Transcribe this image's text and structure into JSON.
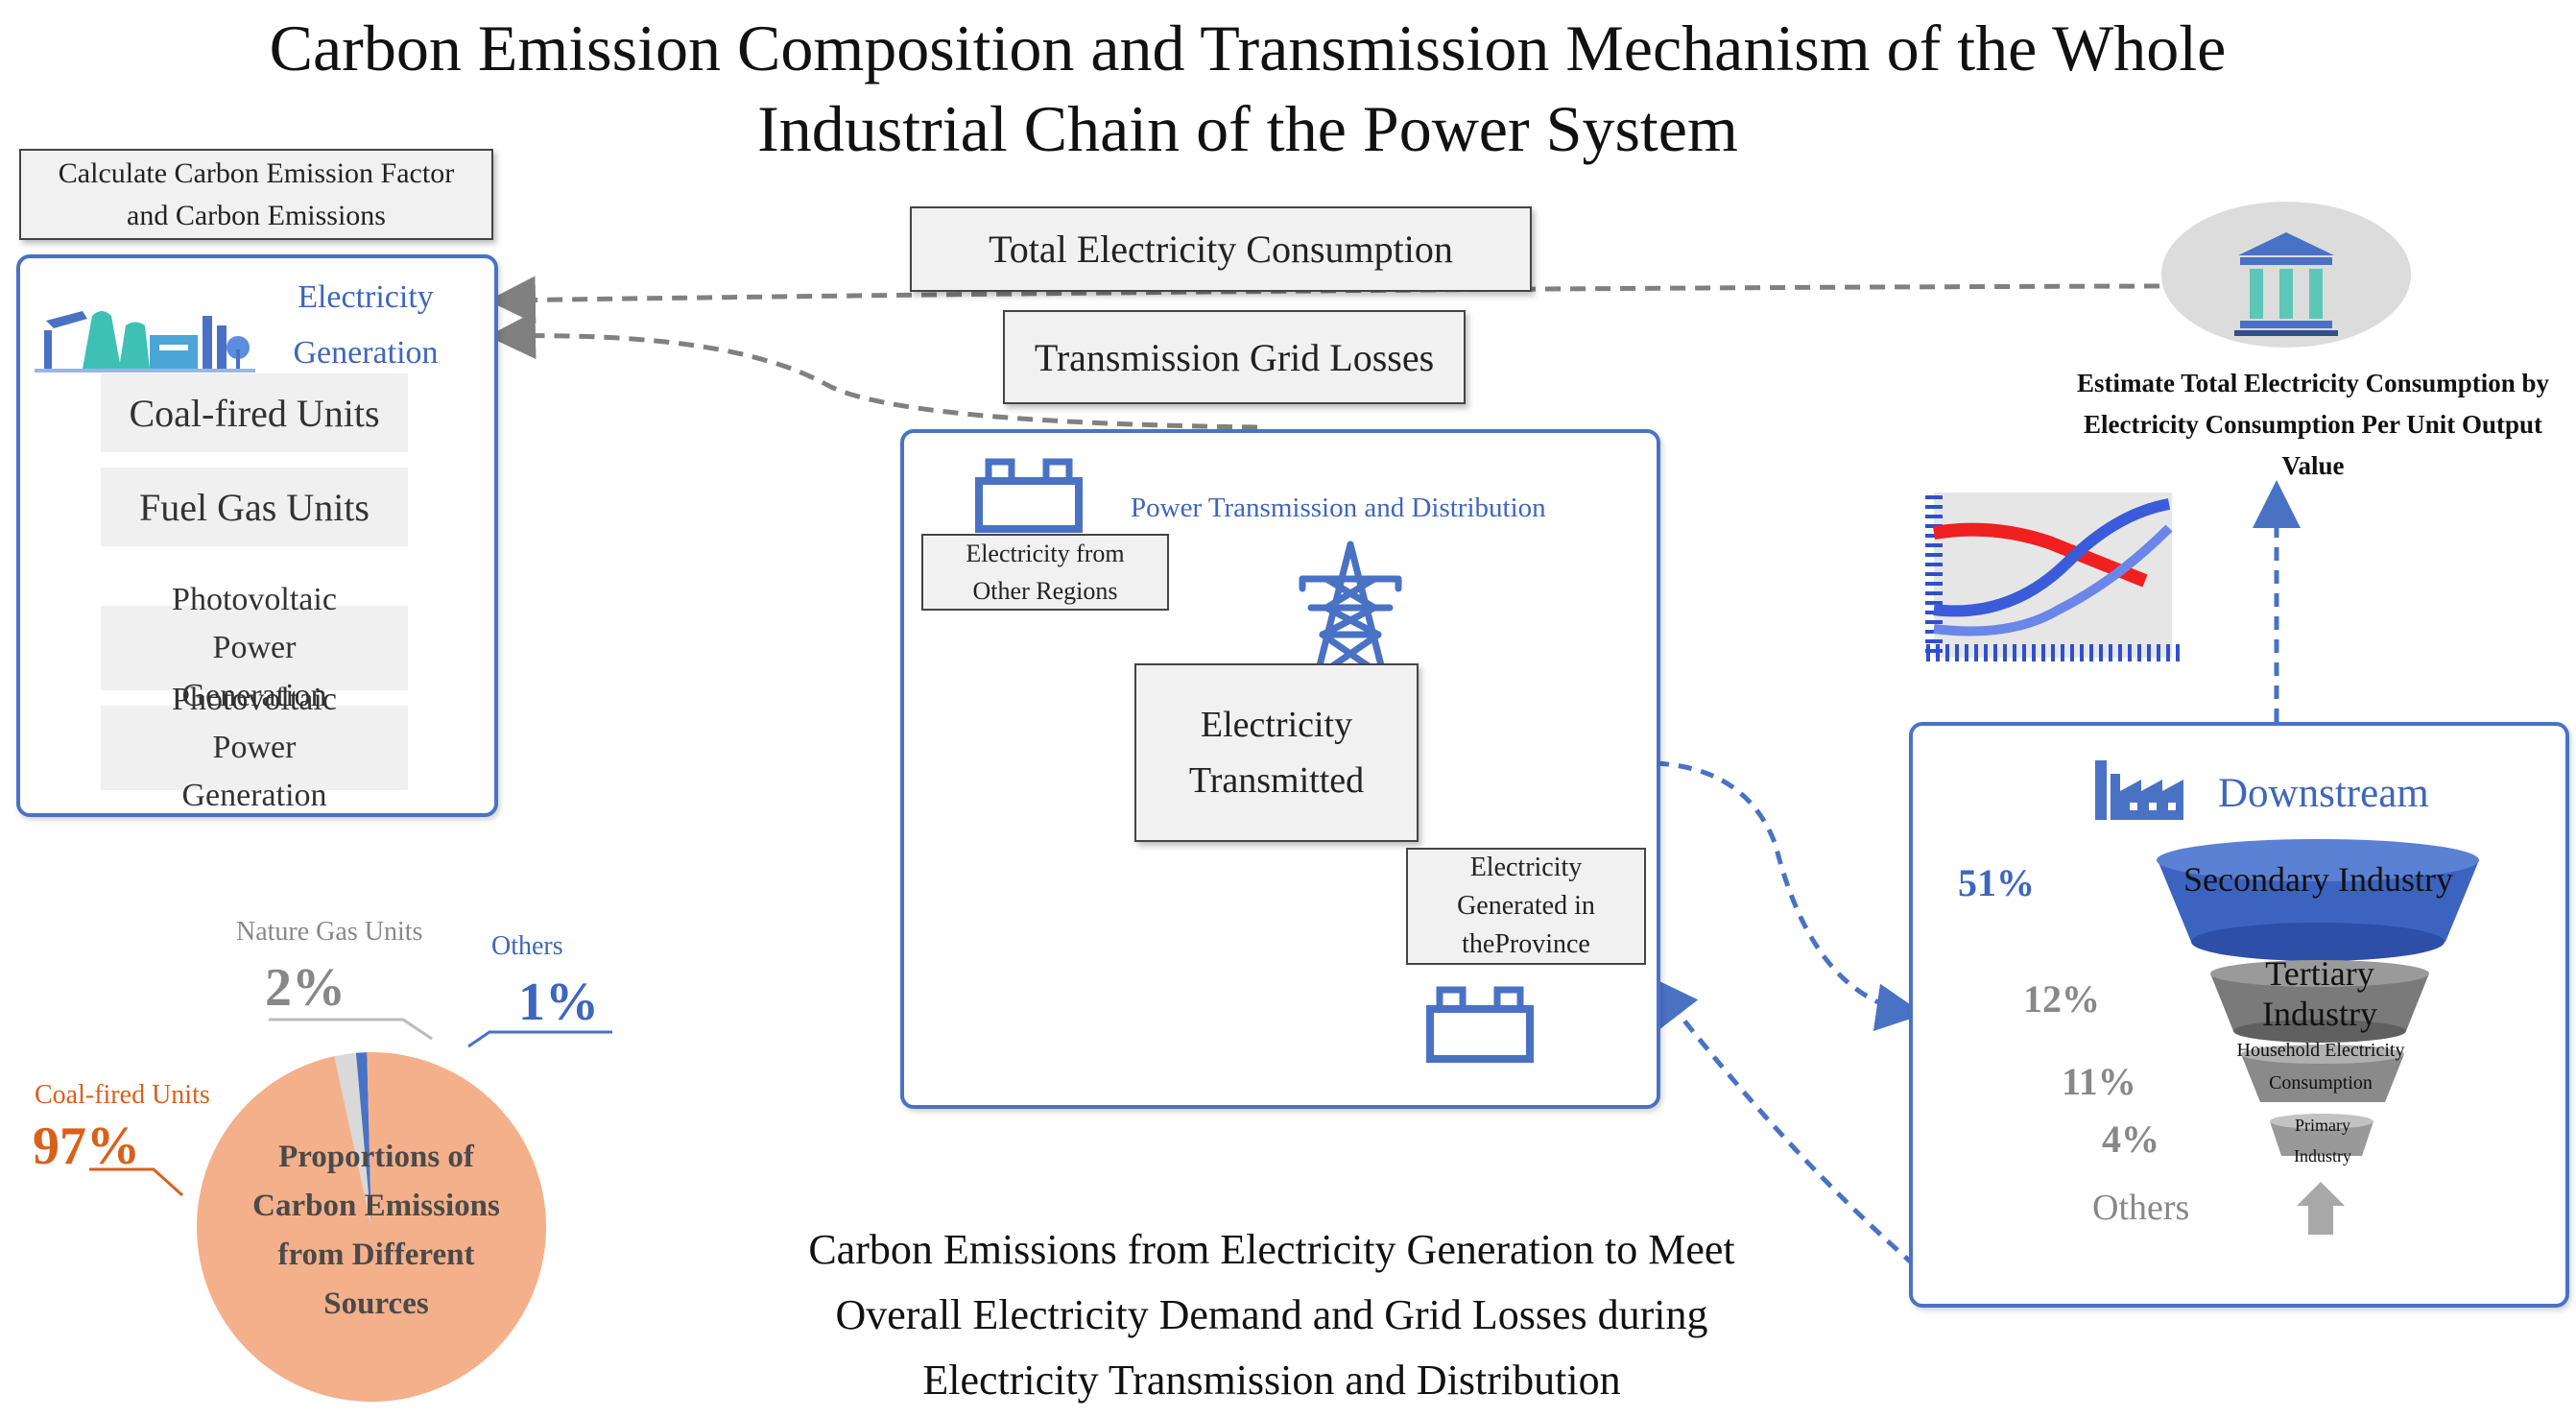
{
  "title_line1": "Carbon Emission Composition and Transmission Mechanism of the Whole",
  "title_line2": "Industrial Chain of the Power System",
  "generation": {
    "calc_label": "Calculate Carbon Emission Factor and Carbon Emissions",
    "panel_title_line1": "Electricity",
    "panel_title_line2": "Generation",
    "units": [
      "Coal-fired Units",
      "Fuel Gas Units",
      "Photovoltaic Power Generation",
      "Photovoltaic Power Generation"
    ]
  },
  "total_consumption_label": "Total Electricity Consumption",
  "grid_losses_label": "Transmission Grid Losses",
  "transmission": {
    "panel_title": "Power Transmission and Distribution",
    "other_regions": "Electricity from Other Regions",
    "transmitted": "Electricity Transmitted",
    "generated_province": "Electricity Generated in theProvince"
  },
  "estimate_label": "Estimate Total Electricity Consumption by Electricity Consumption Per Unit Output Value",
  "downstream": {
    "title": "Downstream",
    "layers": [
      {
        "name": "Secondary Industry",
        "percent": "51%"
      },
      {
        "name": "Tertiary Industry",
        "percent": "12%"
      },
      {
        "name": "Household Electricity Consumption",
        "percent": "11%"
      },
      {
        "name": "Primary Industry",
        "percent": "4%"
      }
    ],
    "others_label": "Others"
  },
  "pie": {
    "center_label": "Proportions of Carbon Emissions from Different Sources",
    "slices": [
      {
        "label": "Coal-fired Units",
        "percent_text": "97%",
        "value": 97,
        "color": "#f4b08a"
      },
      {
        "label": "Nature Gas Units",
        "percent_text": "2%",
        "value": 2,
        "color": "#d9d9d9"
      },
      {
        "label": "Others",
        "percent_text": "1%",
        "value": 1,
        "color": "#4a72c4"
      }
    ]
  },
  "bottom_caption": "Carbon Emissions from Electricity Generation to Meet Overall Electricity Demand and Grid Losses during Electricity Transmission and Distribution",
  "colors": {
    "accent_blue": "#3f66bd",
    "coal_orange": "#d9601c",
    "gray_text": "#888888"
  }
}
